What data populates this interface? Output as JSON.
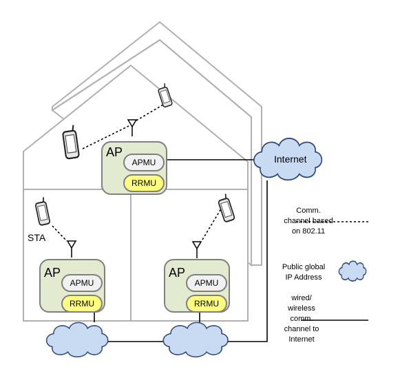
{
  "colors": {
    "house_stroke": "#b0b0b0",
    "ap_fill": "#e2ebcf",
    "apmu_fill": "#f1f1f1",
    "rrmu_fill": "#fdfd7e",
    "cloud_fill": "#c9daf3",
    "cloud_stroke": "#2e4a7a"
  },
  "access_points": [
    {
      "title": "AP",
      "apmu": "APMU",
      "rrmu": "RRMU"
    },
    {
      "title": "AP",
      "apmu": "APMU",
      "rrmu": "RRMU"
    },
    {
      "title": "AP",
      "apmu": "APMU",
      "rrmu": "RRMU"
    }
  ],
  "labels": {
    "internet": "Internet",
    "sta": "STA"
  },
  "legend": {
    "comm_channel": [
      "Comm.",
      "channel based",
      "on 802.11"
    ],
    "public_ip": [
      "Public global",
      "IP Address"
    ],
    "wired": [
      "wired/",
      "wireless",
      "comm.",
      "channel to",
      "Internet"
    ]
  },
  "icons": [
    "phone-icon",
    "antenna-icon",
    "cloud-icon"
  ]
}
